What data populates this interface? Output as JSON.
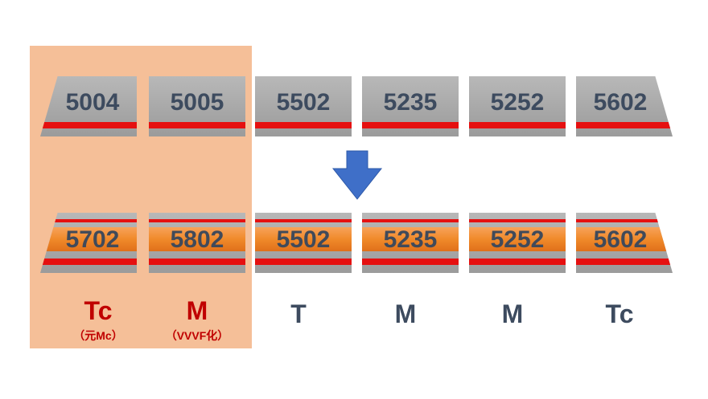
{
  "colors": {
    "highlight_panel": "#f5bf98",
    "car_body": "#a8a8a8",
    "stripe": "#e51010",
    "orange_band": "#f08a2a",
    "number_text": "#3d4b5f",
    "accent_text": "#c00000",
    "arrow": "#3f6fc8"
  },
  "before_formation": {
    "cars": [
      {
        "number": "5004"
      },
      {
        "number": "5005"
      },
      {
        "number": "5502"
      },
      {
        "number": "5235"
      },
      {
        "number": "5252"
      },
      {
        "number": "5602"
      }
    ]
  },
  "arrow_icon": "arrow-down-icon",
  "after_formation": {
    "cars": [
      {
        "number": "5702"
      },
      {
        "number": "5802"
      },
      {
        "number": "5502"
      },
      {
        "number": "5235"
      },
      {
        "number": "5252"
      },
      {
        "number": "5602"
      }
    ]
  },
  "car_types": [
    {
      "type": "Tc",
      "note": "（元Mc）"
    },
    {
      "type": "M",
      "note": "（VVVF化）"
    },
    {
      "type": "T",
      "note": ""
    },
    {
      "type": "M",
      "note": ""
    },
    {
      "type": "M",
      "note": ""
    },
    {
      "type": "Tc",
      "note": ""
    }
  ]
}
